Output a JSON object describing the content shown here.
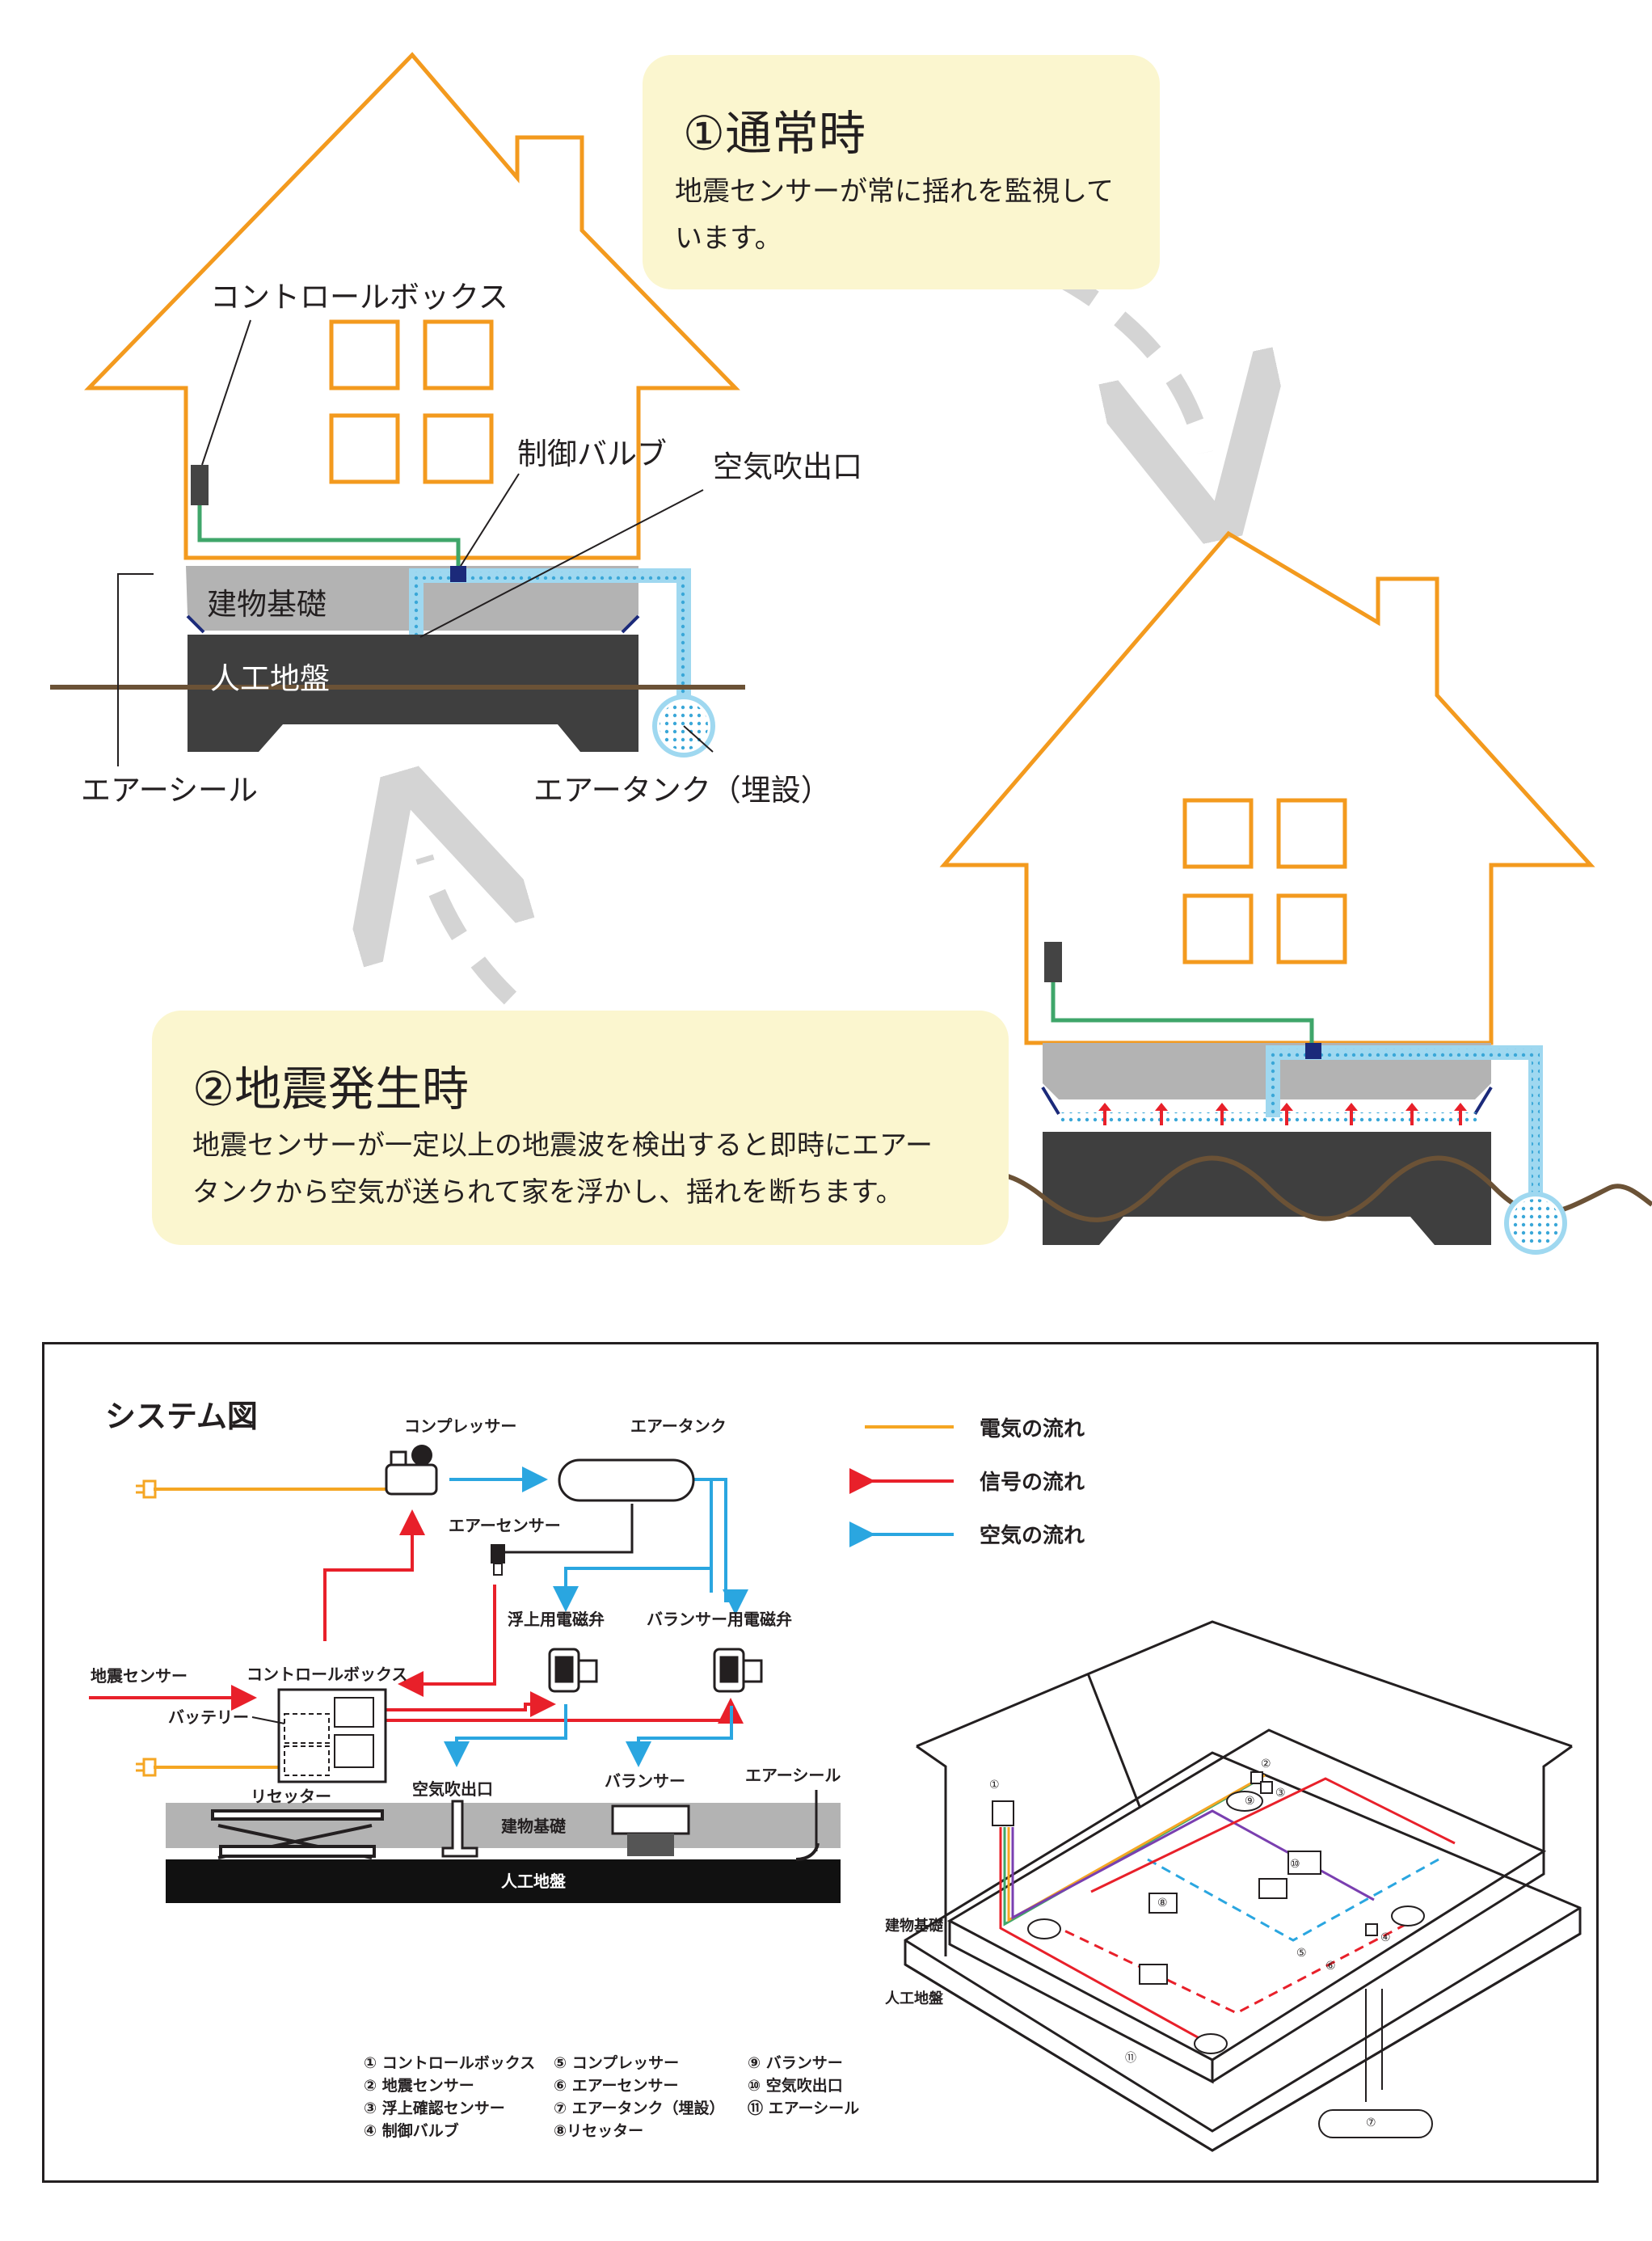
{
  "top": {
    "normal": {
      "title": "①通常時",
      "body_line1": "地震センサーが常に揺れを監視して",
      "body_line2": "います。"
    },
    "quake": {
      "title": "②地震発生時",
      "body_line1": "地震センサーが一定以上の地震波を検出すると即時にエアー",
      "body_line2": "タンクから空気が送られて家を浮かし、揺れを断ちます。"
    },
    "labels": {
      "control_box": "コントロールボックス",
      "valve": "制御バルブ",
      "air_outlet": "空気吹出口",
      "foundation": "建物基礎",
      "ground": "人工地盤",
      "air_seal": "エアーシール",
      "air_tank": "エアータンク（埋設）"
    }
  },
  "system": {
    "title": "システム図",
    "legend": [
      {
        "label": "電気の流れ",
        "color": "#f5a623"
      },
      {
        "label": "信号の流れ",
        "color": "#e8202a"
      },
      {
        "label": "空気の流れ",
        "color": "#2aa6e0"
      }
    ],
    "components": {
      "compressor": "コンプレッサー",
      "air_tank": "エアータンク",
      "air_sensor": "エアーセンサー",
      "float_valve": "浮上用電磁弁",
      "balancer_valve": "バランサー用電磁弁",
      "quake_sensor": "地震センサー",
      "control_box": "コントロールボックス",
      "battery": "バッテリー",
      "resetter": "リセッター",
      "air_outlet": "空気吹出口",
      "balancer": "バランサー",
      "air_seal": "エアーシール",
      "foundation": "建物基礎",
      "ground": "人工地盤"
    },
    "iso_labels": {
      "foundation": "建物基礎",
      "ground": "人工地盤"
    },
    "numbered_list": [
      "① コントロールボックス",
      "② 地震センサー",
      "③ 浮上確認センサー",
      "④ 制御バルブ",
      "⑤ コンプレッサー",
      "⑥ エアーセンサー",
      "⑦ エアータンク（埋設）",
      "⑧リセッター",
      "⑨ バランサー",
      "⑩ 空気吹出口",
      "⑪ エアーシール"
    ],
    "iso_markers": [
      "①",
      "②",
      "③",
      "④",
      "⑤",
      "⑥",
      "⑦",
      "⑧",
      "⑨",
      "⑩",
      "⑪"
    ]
  },
  "colors": {
    "house": "#f39a1e",
    "callout_bg": "#fbf6cf",
    "foundation": "#b3b3b3",
    "ground_block": "#3f3f3f",
    "earth_line": "#6b5236",
    "air": "#9fd8f0",
    "signal_green": "#3fa66a",
    "valve": "#1b2a7a",
    "arrow_gray": "#d4d4d4"
  }
}
